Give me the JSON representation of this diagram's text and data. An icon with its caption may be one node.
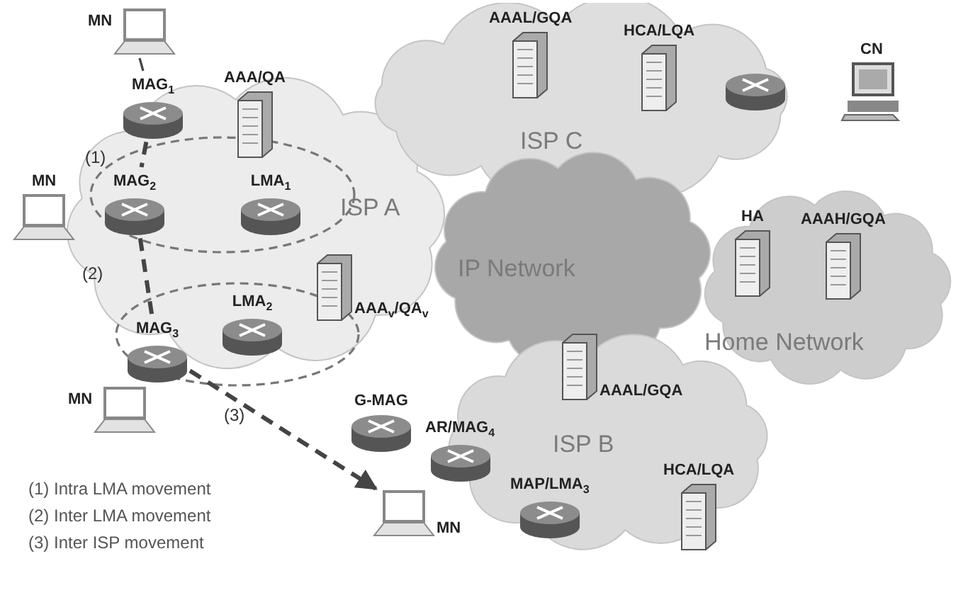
{
  "diagram": {
    "nodes": [
      {
        "text": [
          "MN"
        ]
      },
      {
        "text": [
          "ISP A"
        ]
      },
      {
        "text": [
          "MAG$_{1}$"
        ],
        "in": 1
      },
      {
        "text": [
          "AAA/QA"
        ],
        "in": 1
      },
      {
        "text": [
          "ISP C"
        ]
      },
      {
        "text": [
          "AAAL/GQA"
        ],
        "in": 4
      },
      {
        "text": [
          "HCA/LQA"
        ],
        "in": 4
      },
      {
        "text": [],
        "shape": "router",
        "in": 4
      },
      {
        "text": [
          "CN"
        ]
      },
      {
        "text": [],
        "shape": "ellipse",
        "in": 1
      },
      {
        "text": [
          "MN"
        ]
      },
      {
        "text": [
          "MAG$_{2}$"
        ],
        "in": 9
      },
      {
        "text": [
          "LMA$_{1}$"
        ],
        "in": 9
      },
      {
        "text": [
          "IP Network"
        ]
      },
      {
        "text": [
          "Home Network"
        ]
      },
      {
        "text": [
          "HA"
        ],
        "in": 14
      },
      {
        "text": [
          "AAAH/GQA"
        ],
        "in": 14
      },
      {
        "text": [
          "AAA$_{v}$/QA$_{v}$"
        ],
        "in": 1
      },
      {
        "text": [],
        "shape": "ellipse",
        "in": 1
      },
      {
        "text": [
          "LMA$_{2}$"
        ],
        "in": 18
      },
      {
        "text": [
          "MAG$_{3}$"
        ],
        "in": 18
      },
      {
        "text": [
          "G-MAG"
        ]
      },
      {
        "text": [
          "ISP B"
        ]
      },
      {
        "text": [
          "AAAL/GQA"
        ],
        "in": 22
      },
      {
        "text": [
          "MN"
        ]
      },
      {
        "text": [
          "AR/MAG$_{4}$"
        ],
        "in": 22
      },
      {
        "text": [
          "MAP/LMA$_{3}$"
        ],
        "in": 22
      },
      {
        "text": [
          "HCA/LQA"
        ],
        "in": 22
      },
      {
        "text": [
          "MN"
        ]
      }
    ],
    "edges": [
      {
        "from": 0,
        "to": 2,
        "arrow": "none"
      },
      {
        "from": 2,
        "to": 11,
        "arrow": "none",
        "style": "dashed",
        "label": "(1)"
      },
      {
        "from": 11,
        "to": 20,
        "arrow": "none",
        "style": "dashed",
        "label": "(2)"
      },
      {
        "from": 20,
        "to": 28,
        "arrow": "to",
        "style": "dashed",
        "label": "(3)"
      }
    ],
    "labels": [
      "(1) Intra LMA movement",
      "(2) Inter LMA movement",
      "(3) Inter ISP movement"
    ]
  }
}
